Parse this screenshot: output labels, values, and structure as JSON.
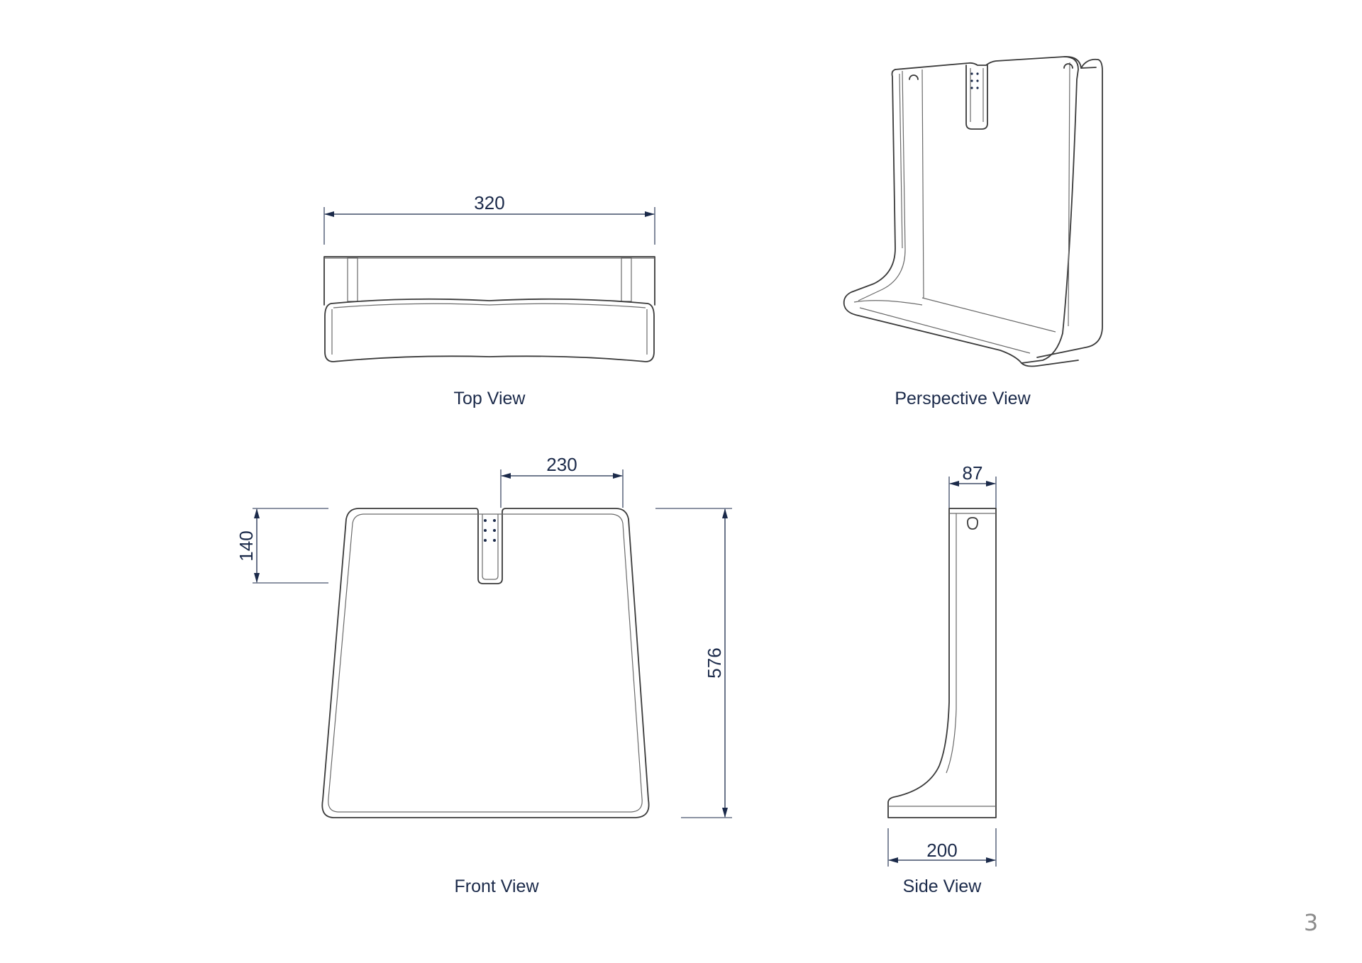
{
  "views": {
    "top": {
      "label": "Top View",
      "dimension": "320"
    },
    "perspective": {
      "label": "Perspective View"
    },
    "front": {
      "label": "Front View",
      "dimension_width": "230",
      "dimension_slot": "140",
      "dimension_height": "576"
    },
    "side": {
      "label": "Side View",
      "dimension_top": "87",
      "dimension_bottom": "200"
    }
  },
  "page_number": "3",
  "colors": {
    "dimension": "#1b2a4a",
    "outline": "#3a3a3a",
    "page_number": "#8c8c8c"
  }
}
